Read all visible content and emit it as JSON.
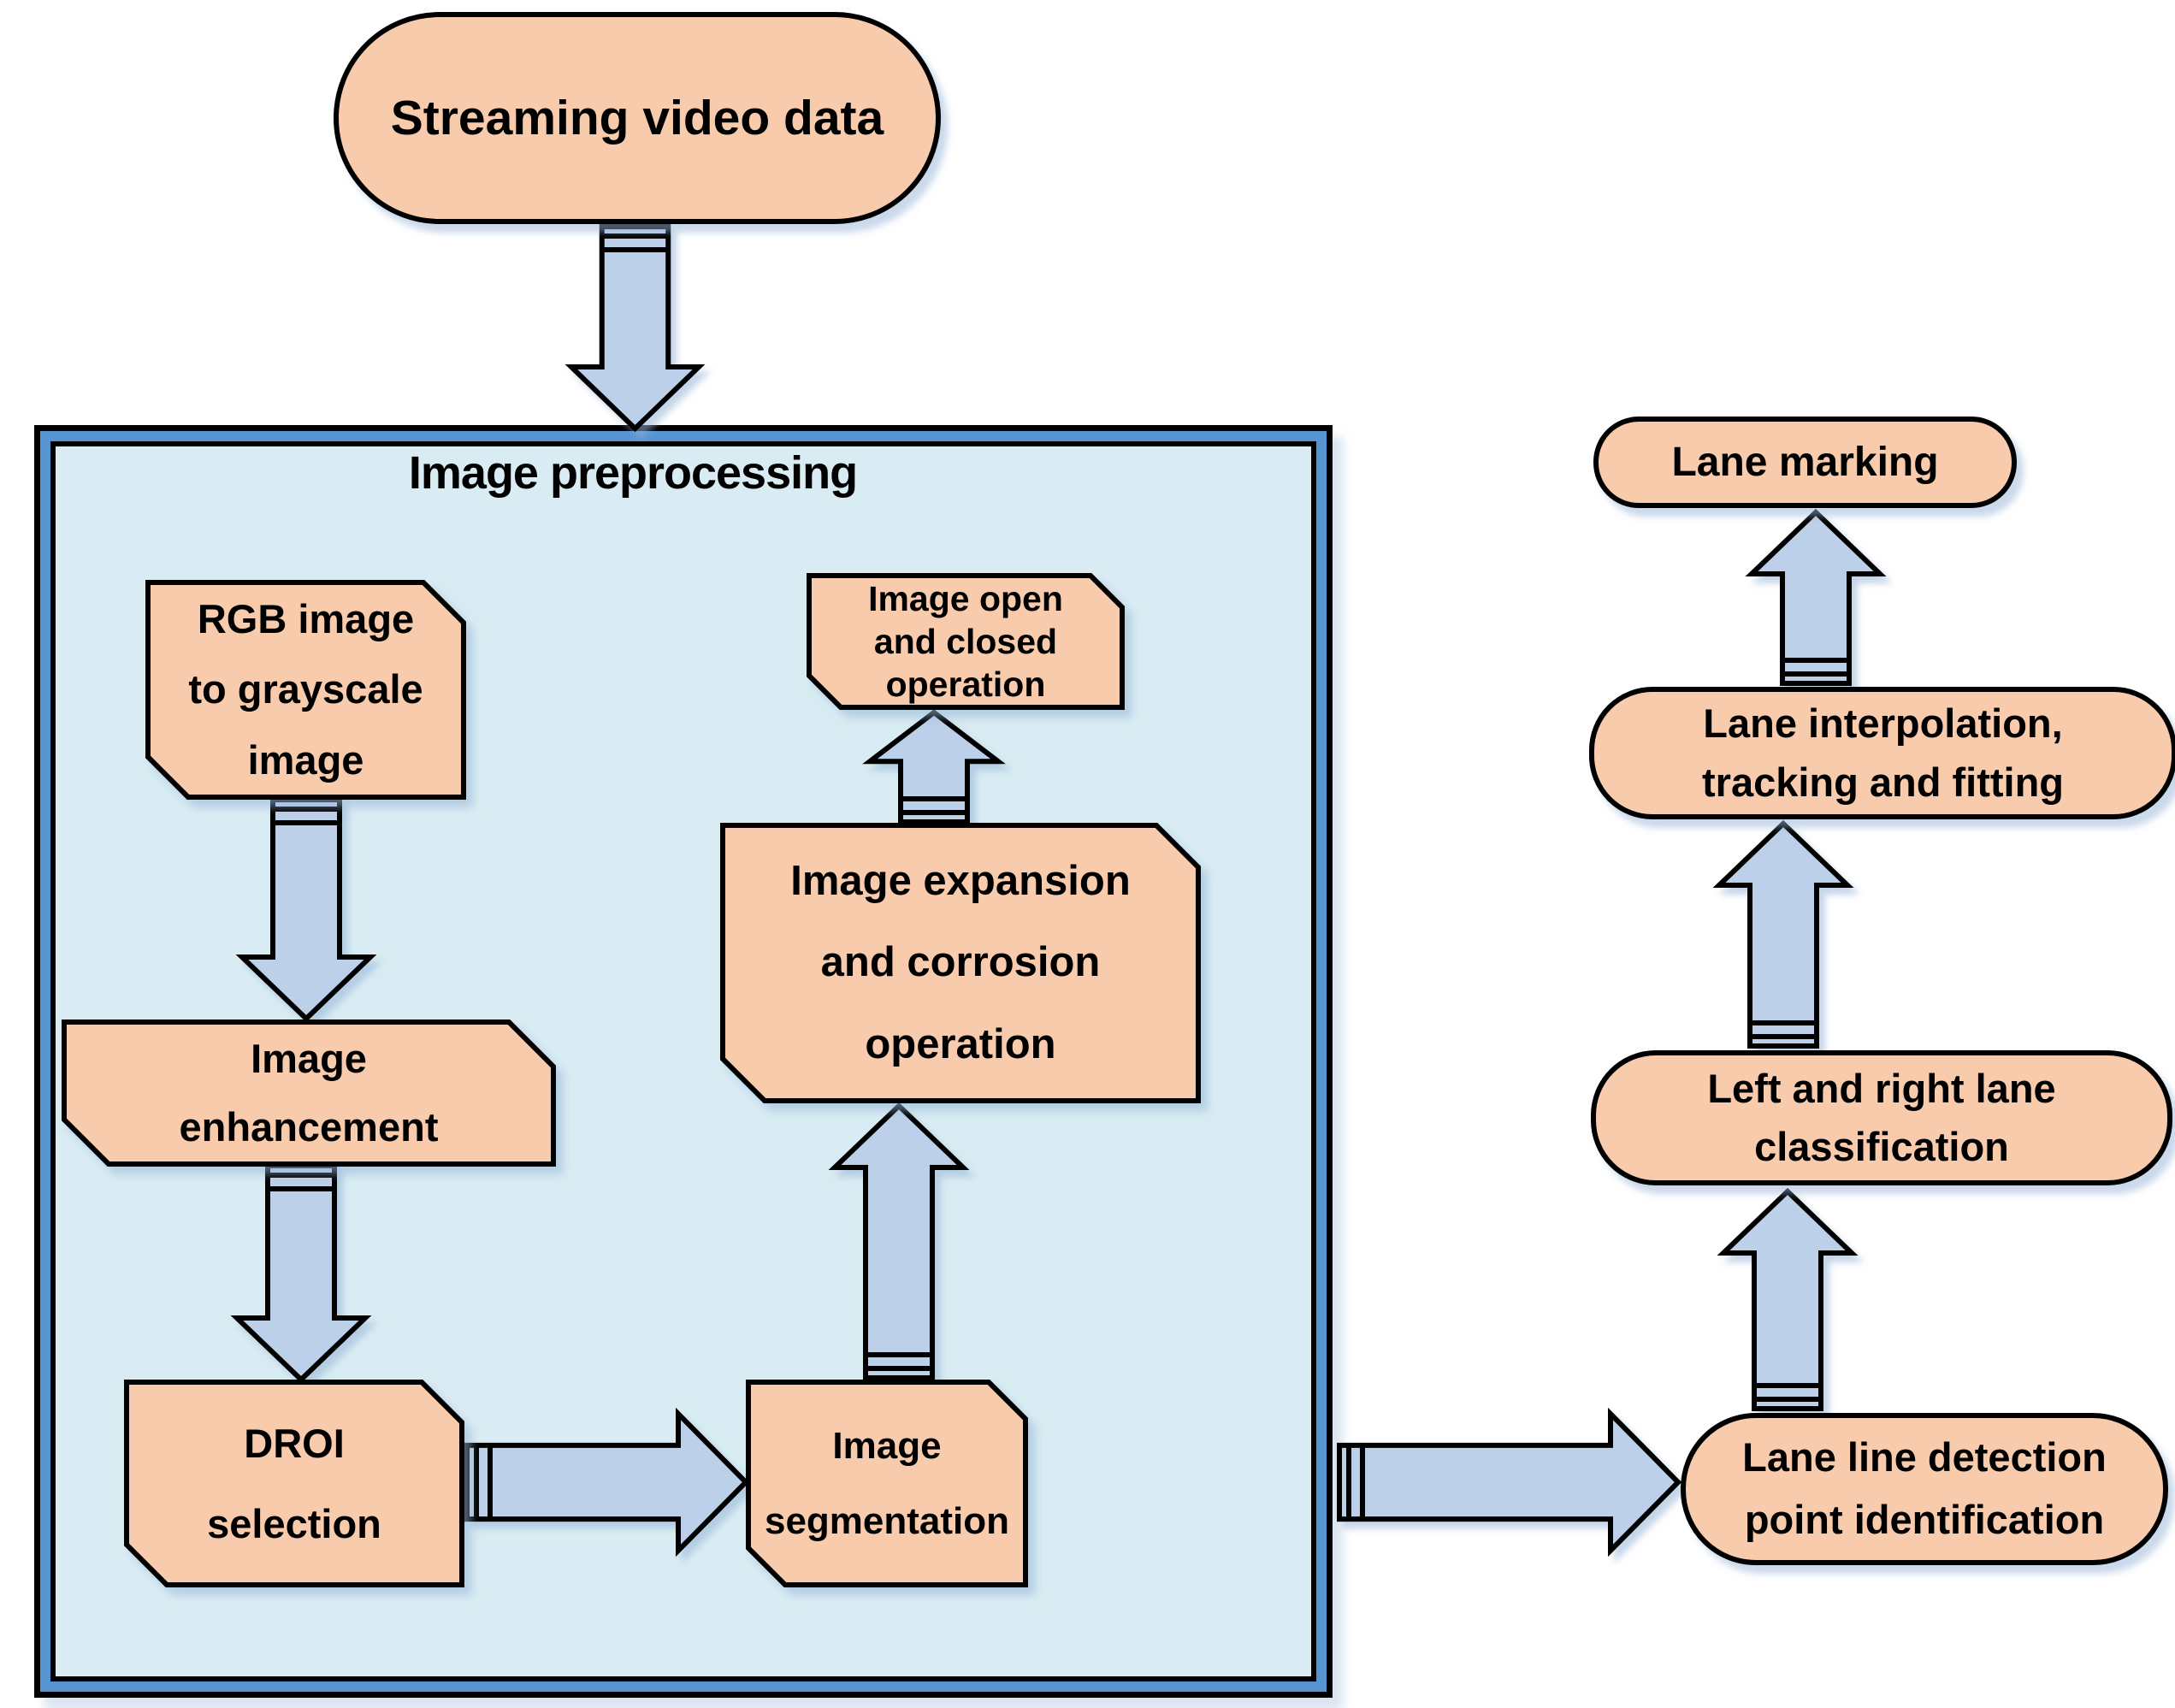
{
  "colors": {
    "node_fill": "#F8CBAD",
    "container_fill": "#D9ECF3",
    "container_band": "#5795D2",
    "arrow_fill": "#BDD0E9",
    "outline": "#000000"
  },
  "flowchart": {
    "source": {
      "label": "Streaming video data"
    },
    "preprocessing": {
      "title": "Image preprocessing",
      "steps": {
        "rgb_to_gray": {
          "label": "RGB image\nto grayscale\nimage"
        },
        "enhancement": {
          "label": "Image\nenhancement"
        },
        "droi": {
          "label": "DROI\nselection"
        },
        "segmentation": {
          "label": "Image\nsegmentation"
        },
        "expansion": {
          "label": "Image expansion\nand corrosion\noperation"
        },
        "open_closed": {
          "label": "Image open\nand closed\noperation"
        }
      }
    },
    "postprocessing": {
      "lane_line": {
        "label": "Lane line detection\npoint identification"
      },
      "classification": {
        "label": "Left and right lane\nclassification"
      },
      "interpolation": {
        "label": "Lane interpolation,\ntracking and fitting"
      },
      "lane_marking": {
        "label": "Lane marking"
      }
    }
  }
}
